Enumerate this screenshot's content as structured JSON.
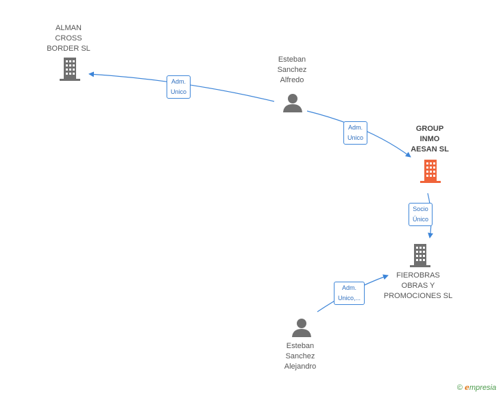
{
  "nodes": {
    "alman": {
      "lines": [
        "ALMAN",
        "CROSS",
        "BORDER SL"
      ],
      "color": "#707070"
    },
    "esteban_alfredo": {
      "lines": [
        "Esteban",
        "Sanchez",
        "Alfredo"
      ],
      "color": "#707070"
    },
    "group_inmo": {
      "lines": [
        "GROUP",
        "INMO",
        "AESAN SL"
      ],
      "color": "#f0643a"
    },
    "fierobras": {
      "lines": [
        "FIEROBRAS",
        "OBRAS Y",
        "PROMOCIONES SL"
      ],
      "color": "#707070"
    },
    "esteban_alejandro": {
      "lines": [
        "Esteban",
        "Sanchez",
        "Alejandro"
      ],
      "color": "#707070"
    }
  },
  "edges": {
    "e1": {
      "lines": [
        "Adm.",
        "Unico"
      ]
    },
    "e2": {
      "lines": [
        "Adm.",
        "Unico"
      ]
    },
    "e3": {
      "lines": [
        "Socio",
        "Único"
      ]
    },
    "e4": {
      "lines": [
        "Adm.",
        "Unico,..."
      ]
    }
  },
  "colors": {
    "edge": "#3d85d8"
  },
  "footer": {
    "copyright": "©",
    "brand_initial": "e",
    "brand_rest": "mpresia"
  }
}
